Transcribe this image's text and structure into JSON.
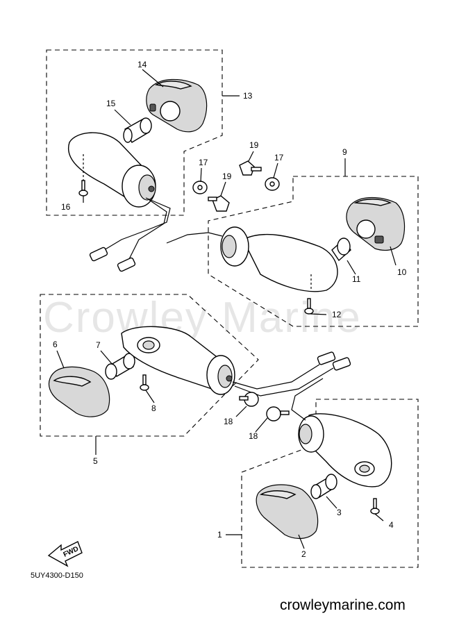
{
  "watermark": "Crowley Marine",
  "diagram_code": "5UY4300-D150",
  "site_url": "crowleymarine.com",
  "fwd_label": "FWD",
  "callouts": {
    "c1": "1",
    "c2": "2",
    "c3": "3",
    "c4": "4",
    "c5": "5",
    "c6": "6",
    "c7": "7",
    "c8": "8",
    "c9": "9",
    "c10": "10",
    "c11": "11",
    "c12": "12",
    "c13": "13",
    "c14": "14",
    "c15": "15",
    "c16": "16",
    "c17a": "17",
    "c17b": "17",
    "c18a": "18",
    "c18b": "18",
    "c19a": "19",
    "c19b": "19"
  }
}
